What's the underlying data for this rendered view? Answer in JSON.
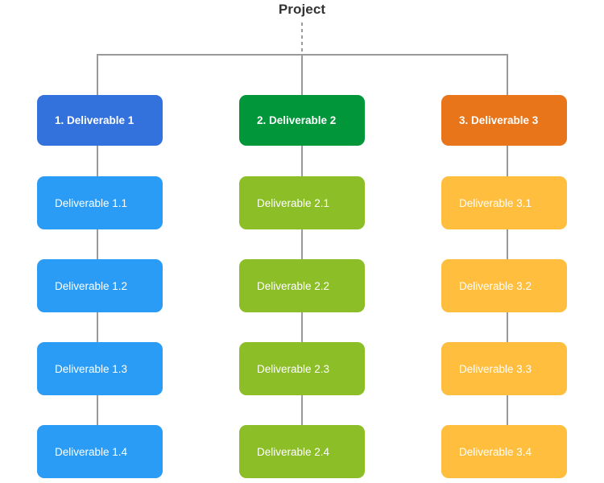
{
  "diagram": {
    "root": {
      "label": "Project"
    },
    "branches": [
      {
        "header": {
          "label": "1. Deliverable 1",
          "color": "#3372DC"
        },
        "child_color": "#2B9CF5",
        "children": [
          {
            "label": "Deliverable 1.1"
          },
          {
            "label": "Deliverable 1.2"
          },
          {
            "label": "Deliverable 1.3"
          },
          {
            "label": "Deliverable 1.4"
          }
        ]
      },
      {
        "header": {
          "label": "2. Deliverable 2",
          "color": "#009639"
        },
        "child_color": "#8CBE27",
        "children": [
          {
            "label": "Deliverable 2.1"
          },
          {
            "label": "Deliverable 2.2"
          },
          {
            "label": "Deliverable 2.3"
          },
          {
            "label": "Deliverable 2.4"
          }
        ]
      },
      {
        "header": {
          "label": "3. Deliverable 3",
          "color": "#E8751A"
        },
        "child_color": "#FFBE3D",
        "children": [
          {
            "label": "Deliverable 3.1"
          },
          {
            "label": "Deliverable 3.2"
          },
          {
            "label": "Deliverable 3.3"
          },
          {
            "label": "Deliverable 3.4"
          }
        ]
      }
    ],
    "connector_color": "#9a9a9a",
    "title_color": "#333333",
    "background_color": "#ffffff"
  }
}
